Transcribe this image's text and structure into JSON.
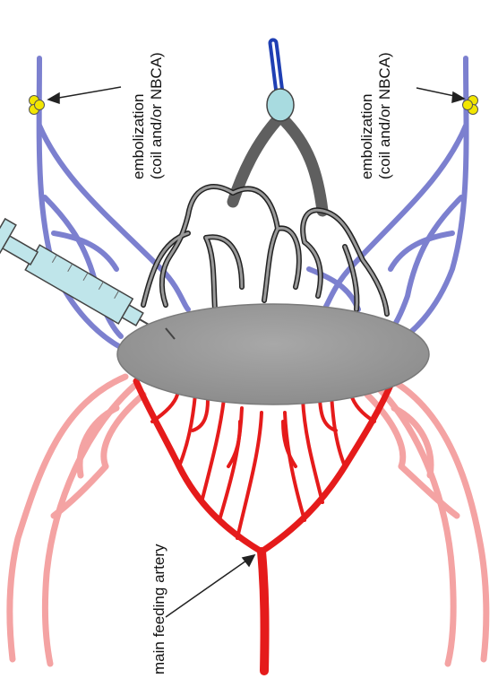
{
  "labels": {
    "embolization_left_line1": "embolization",
    "embolization_left_line2": "(coil and/or NBCA)",
    "embolization_right_line1": "embolization",
    "embolization_right_line2": "(coil and/or NBCA)",
    "main_feeding_artery": "main feeding artery"
  },
  "colors": {
    "vein_blue": "#7c80cf",
    "vein_blue_dark": "#1f3fb3",
    "artery_red": "#e51b1b",
    "artery_pink": "#f4a3a3",
    "nidus_gray": "#9b9b9b",
    "drainage_gray": "#5f5f5f",
    "coil_yellow": "#f2e600",
    "syringe_cyan": "#bfe5ea",
    "venous_sac_cyan": "#a8dbe0"
  },
  "icons": {
    "syringe": "syringe-icon",
    "coil": "coil-icon"
  }
}
